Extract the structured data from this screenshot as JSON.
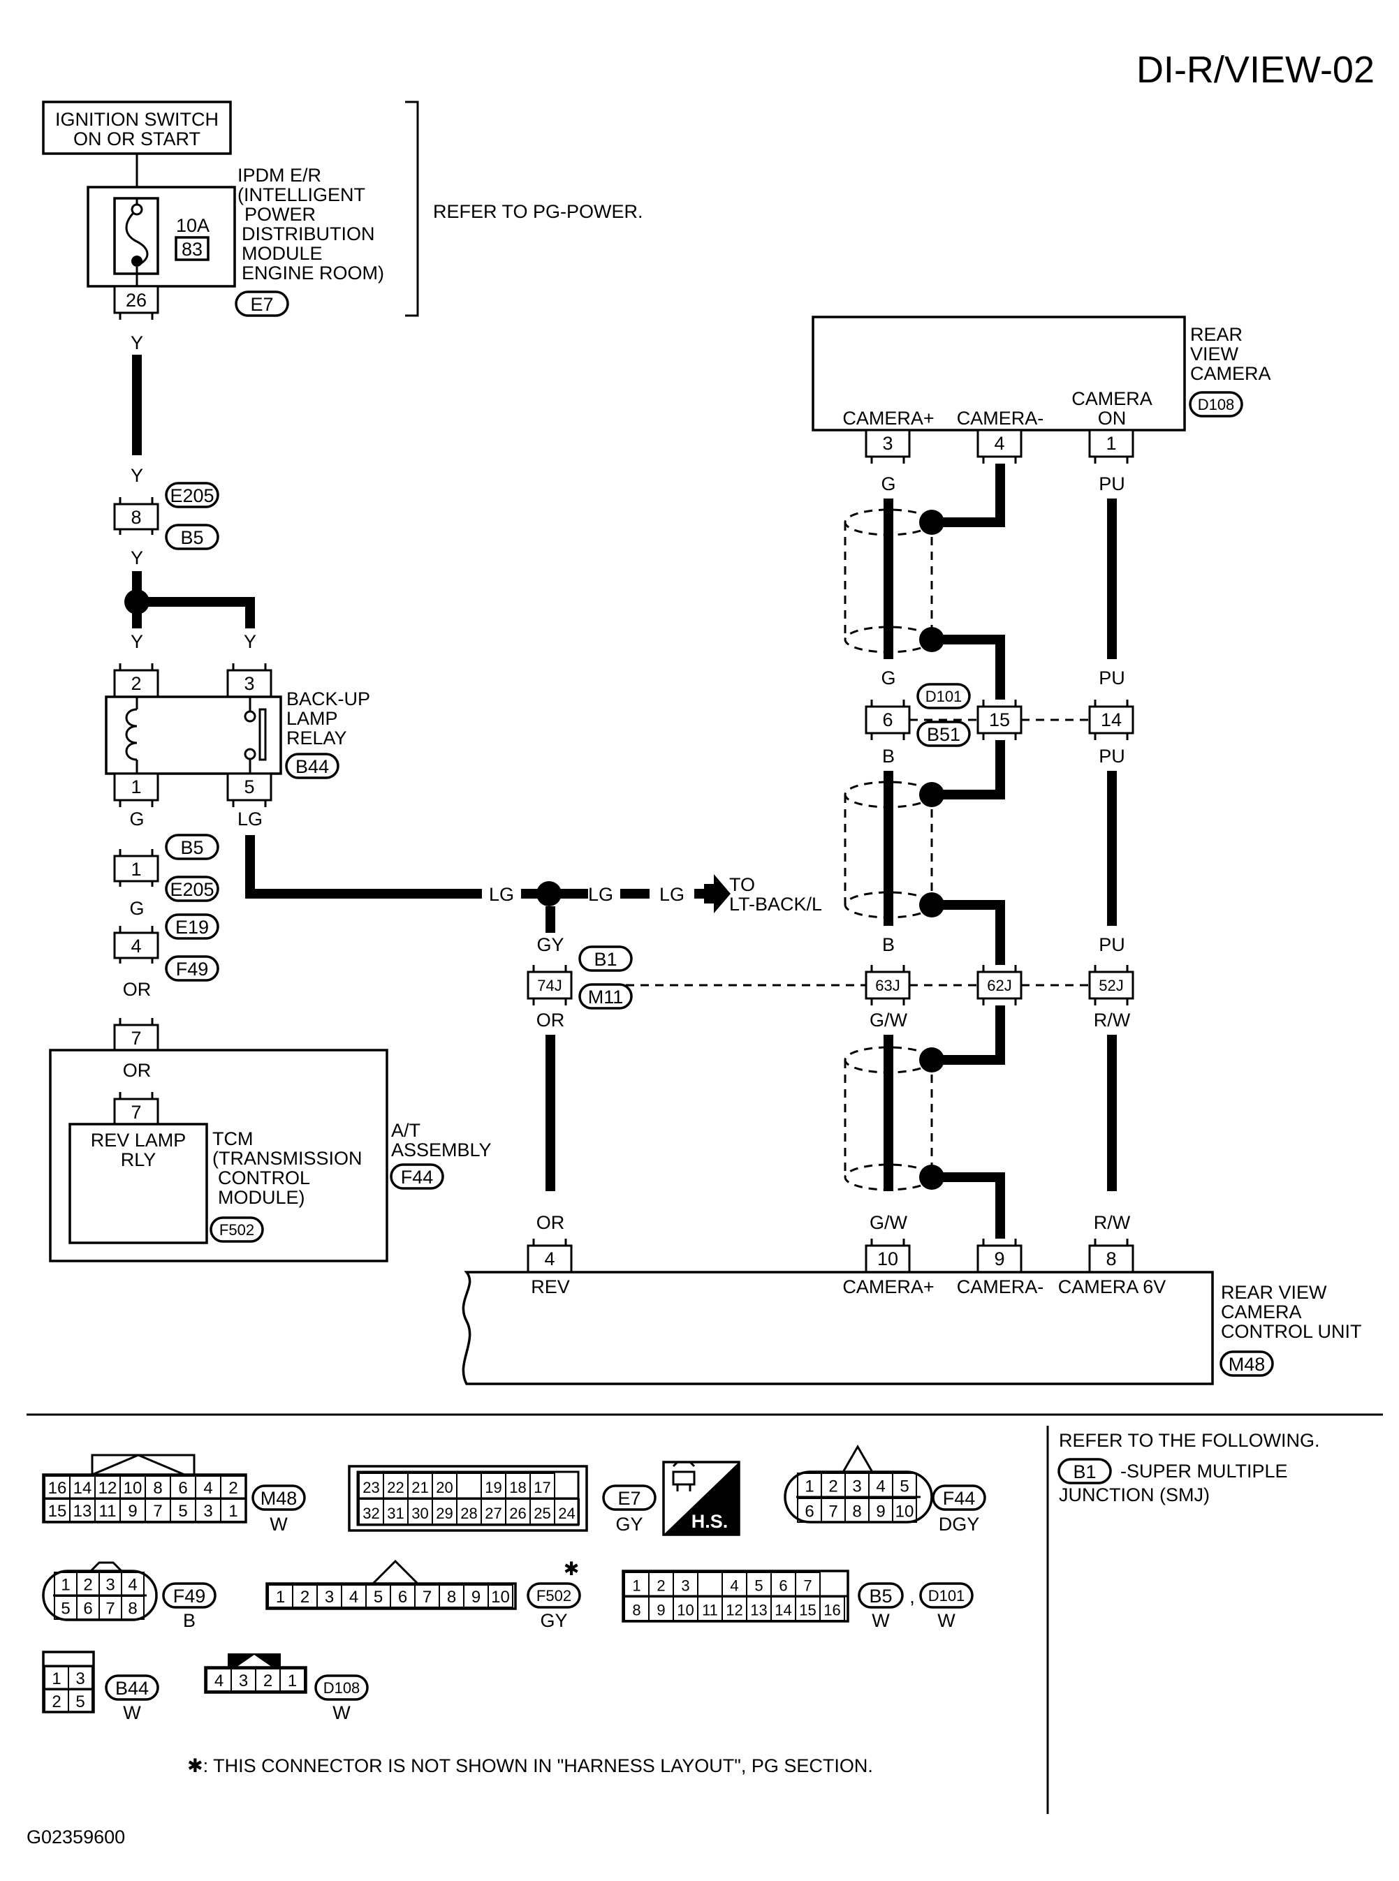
{
  "page_title": "DI-R/VIEW-02",
  "figure_id": "G02359600",
  "ignition": {
    "line1": "IGNITION SWITCH",
    "line2": "ON OR START"
  },
  "ipdm": {
    "fuse_amp": "10A",
    "fuse_no": "83",
    "pin": "26",
    "conn": "E7",
    "lines": [
      "IPDM E/R",
      "(INTELLIGENT",
      "POWER",
      "DISTRIBUTION",
      "MODULE",
      "ENGINE ROOM)"
    ],
    "refer": "REFER TO PG-POWER."
  },
  "camera": {
    "lines": [
      "REAR",
      "VIEW",
      "CAMERA"
    ],
    "conn": "D108",
    "pins": [
      {
        "num": "3",
        "name": "CAMERA+",
        "name2": ""
      },
      {
        "num": "4",
        "name": "CAMERA-",
        "name2": ""
      },
      {
        "num": "1",
        "name": "CAMERA",
        "name2": "ON"
      }
    ]
  },
  "relay": {
    "lines": [
      "BACK-UP",
      "LAMP",
      "RELAY"
    ],
    "conn": "B44",
    "pins": [
      "2",
      "3",
      "1",
      "5"
    ]
  },
  "jc1": {
    "pin": "8",
    "conn_top": "E205",
    "conn_bot": "B5"
  },
  "jc2": {
    "pin": "1",
    "conn_top": "B5",
    "conn_bot": "E205"
  },
  "jc3": {
    "pin": "4",
    "conn_top": "E19",
    "conn_bot": "F49"
  },
  "jc4": {
    "pins": [
      "6",
      "15",
      "14"
    ],
    "conn_top": "D101",
    "conn_bot": "B51"
  },
  "jc5": {
    "pins": [
      "74J",
      "63J",
      "62J",
      "52J"
    ],
    "conn_top": "B1",
    "conn_bot": "M11"
  },
  "at_assembly": {
    "lines": [
      "A/T",
      "ASSEMBLY"
    ],
    "conn": "F44",
    "pin_outer": "7",
    "pin_inner": "7",
    "rev_lamp": [
      "REV LAMP",
      "RLY"
    ],
    "tcm": [
      "TCM",
      "(TRANSMISSION",
      "CONTROL",
      "MODULE)"
    ],
    "tcm_conn": "F502"
  },
  "to_lt": [
    "TO",
    "LT-BACK/L"
  ],
  "rvccu": {
    "lines": [
      "REAR VIEW",
      "CAMERA",
      "CONTROL UNIT"
    ],
    "conn": "M48",
    "pins": [
      {
        "num": "4",
        "name": "REV"
      },
      {
        "num": "10",
        "name": "CAMERA+"
      },
      {
        "num": "9",
        "name": "CAMERA-"
      },
      {
        "num": "8",
        "name": "CAMERA 6V"
      }
    ]
  },
  "wire_colors": {
    "y": "Y",
    "g": "G",
    "lg": "LG",
    "or": "OR",
    "gy": "GY",
    "pu": "PU",
    "b": "B",
    "gw": "G/W",
    "rw": "R/W"
  },
  "legend": {
    "refer_line1": "REFER TO THE FOLLOWING.",
    "smj_conn": "B1",
    "smj_text1": "-SUPER MULTIPLE",
    "smj_text2": "JUNCTION (SMJ)",
    "footnote": "✱: THIS CONNECTOR IS NOT SHOWN IN \"HARNESS LAYOUT\", PG SECTION.",
    "star": "✱",
    "hs": "H.S.",
    "comma": ","
  },
  "connectors": {
    "m48": {
      "conn": "M48",
      "color": "W",
      "row1": [
        "16",
        "14",
        "12",
        "10",
        "8",
        "6",
        "4",
        "2"
      ],
      "row2": [
        "15",
        "13",
        "11",
        "9",
        "7",
        "5",
        "3",
        "1"
      ]
    },
    "e7": {
      "conn": "E7",
      "color": "GY",
      "row1": [
        "23",
        "22",
        "21",
        "20",
        "",
        "19",
        "18",
        "17"
      ],
      "row2": [
        "32",
        "31",
        "30",
        "29",
        "28",
        "27",
        "26",
        "25",
        "24"
      ]
    },
    "f44": {
      "conn": "F44",
      "color": "DGY",
      "row1": [
        "1",
        "2",
        "3",
        "4",
        "5"
      ],
      "row2": [
        "6",
        "7",
        "8",
        "9",
        "10"
      ]
    },
    "f49": {
      "conn": "F49",
      "color": "B",
      "row1": [
        "1",
        "2",
        "3",
        "4"
      ],
      "row2": [
        "5",
        "6",
        "7",
        "8"
      ]
    },
    "f502": {
      "conn": "F502",
      "color": "GY",
      "row1": [
        "1",
        "2",
        "3",
        "4",
        "5",
        "6",
        "7",
        "8",
        "9",
        "10"
      ]
    },
    "b5": {
      "conn": "B5",
      "conn2": "D101",
      "color": "W",
      "color2": "W",
      "row1": [
        "1",
        "2",
        "3",
        "",
        "4",
        "5",
        "6",
        "7"
      ],
      "row2": [
        "8",
        "9",
        "10",
        "11",
        "12",
        "13",
        "14",
        "15",
        "16"
      ]
    },
    "b44": {
      "conn": "B44",
      "color": "W",
      "row1": [
        "1",
        "3"
      ],
      "row2": [
        "2",
        "5"
      ]
    },
    "d108": {
      "conn": "D108",
      "color": "W",
      "row1": [
        "4",
        "3",
        "2",
        "1"
      ]
    }
  }
}
